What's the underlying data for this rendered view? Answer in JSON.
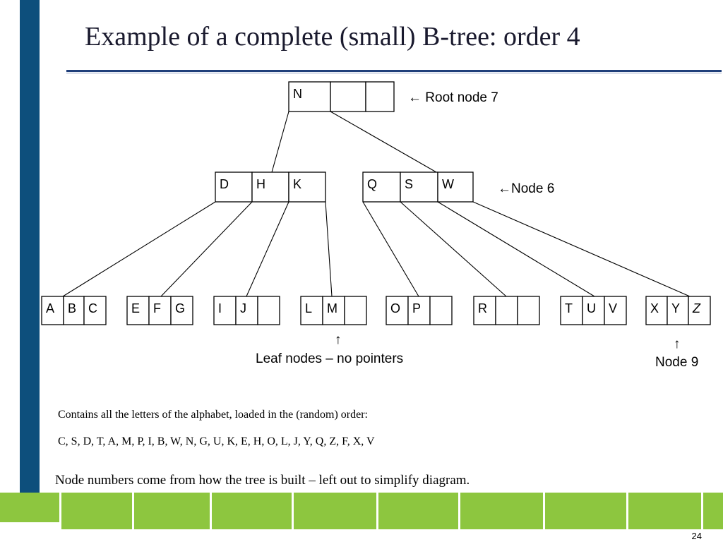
{
  "slide": {
    "title": "Example of a complete (small) B-tree: order 4",
    "page_number": "24"
  },
  "tree": {
    "root": {
      "keys": [
        "N",
        "",
        ""
      ]
    },
    "internal": [
      {
        "keys": [
          "D",
          "H",
          "K"
        ]
      },
      {
        "keys": [
          "Q",
          "S",
          "W"
        ]
      }
    ],
    "leaves": [
      {
        "keys": [
          "A",
          "B",
          "C"
        ]
      },
      {
        "keys": [
          "E",
          "F",
          "G"
        ]
      },
      {
        "keys": [
          "I",
          "J",
          ""
        ]
      },
      {
        "keys": [
          "L",
          "M",
          ""
        ]
      },
      {
        "keys": [
          "O",
          "P",
          ""
        ]
      },
      {
        "keys": [
          "R",
          "",
          ""
        ]
      },
      {
        "keys": [
          "T",
          "U",
          "V"
        ]
      },
      {
        "keys": [
          "X",
          "Y",
          "Z"
        ]
      }
    ]
  },
  "annotations": {
    "root_label": "← Root node 7",
    "node6_label": "←Node 6",
    "leaf_arrow": "↑",
    "leaf_label": "Leaf nodes – no pointers",
    "node9_arrow": "↑",
    "node9_label": "Node 9"
  },
  "text": {
    "contains": "Contains all the letters of the alphabet, loaded in the (random) order:",
    "order": "C, S, D, T, A, M, P, I, B, W, N, G, U, K, E, H, O, L, J, Y, Q, Z, F, X, V",
    "note": "Node numbers come from how the tree is built – left out to simplify diagram."
  },
  "colors": {
    "side_bar": "#0d4f7c",
    "title_rule": "#1f3f7a",
    "footer_band": "#8dc63f"
  }
}
